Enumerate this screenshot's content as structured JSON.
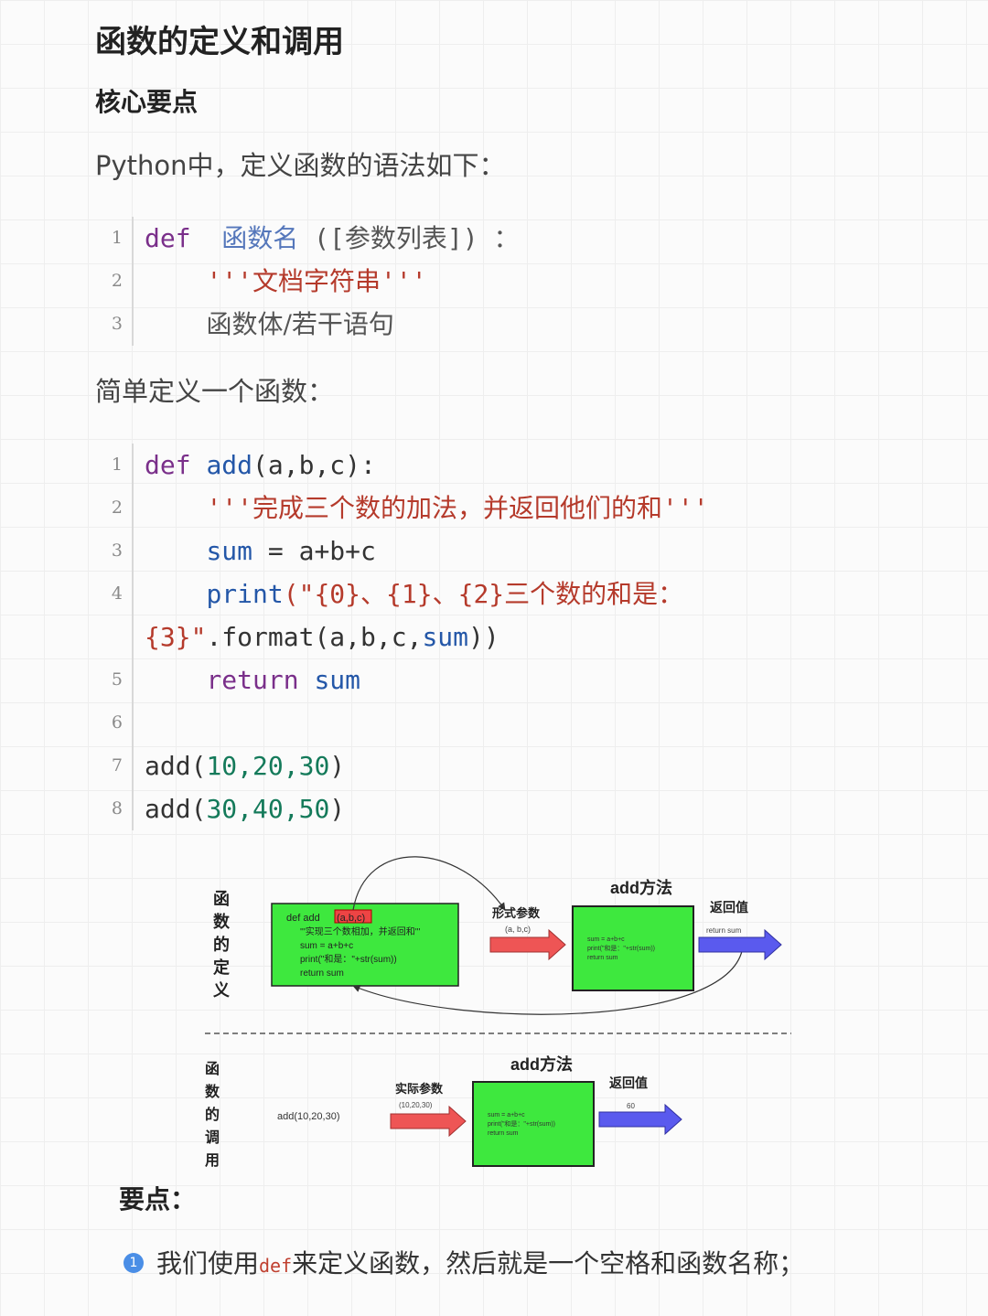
{
  "heading": "函数的定义和调用",
  "subheading": "核心要点",
  "intro": "Python中，定义函数的语法如下：",
  "syntax_block": {
    "line_numbers": [
      "1",
      "2",
      "3"
    ],
    "l1_def": "def",
    "l1_name": "函数名",
    "l1_rest": "([参数列表]) ：",
    "l2_doc": "'''文档字符串'''",
    "l3_body": "函数体/若干语句"
  },
  "simple_label": "简单定义一个函数：",
  "example_block": {
    "line_numbers": [
      "1",
      "2",
      "3",
      "4",
      "5",
      "6",
      "7",
      "8"
    ],
    "l1_def": "def",
    "l1_name": "add",
    "l1_rest": "(a,b,c):",
    "l2_doc": "'''完成三个数的加法，并返回他们的和'''",
    "l3_var": "sum",
    "l3_rest": " = a+b+c",
    "l4_print": "print",
    "l4_str": "(\"{0}、{1}、{2}三个数的和是：",
    "l4b_str": "{3}\"",
    "l4b_mid": ".format(a,b,c,",
    "l4b_var": "sum",
    "l4b_end": "))",
    "l5_kw": "return",
    "l5_var": "sum",
    "l7_fn": "add(",
    "l7_args": "10,20,30",
    "l7_end": ")",
    "l8_fn": "add(",
    "l8_args": "30,40,50",
    "l8_end": ")"
  },
  "diagram": {
    "def_label": "函数的定义",
    "call_label": "函数的调用",
    "def_code": [
      "def  add",
      "(a,b,c)",
      "'''实现三个数相加，并返回和'''",
      "sum = a+b+c",
      "print(\"和是：\"+str(sum))",
      "return sum"
    ],
    "formal_params_title": "形式参数",
    "formal_params_value": "(a, b,c)",
    "method_title": "add方法",
    "method_lines": [
      "sum = a+b+c",
      "print(\"和是：\"+str(sum))",
      "return sum"
    ],
    "return_title": "返回值",
    "return_value_def": "return  sum",
    "call_code": "add(10,20,30)",
    "actual_params_title": "实际参数",
    "actual_params_value": "(10,20,30)",
    "return_value_call": "60",
    "colors": {
      "box_green": "#3ee83e",
      "red_arrow": "#ee5555",
      "blue_arrow": "#5a5aee"
    }
  },
  "key_points_title": "要点：",
  "bullet_1": {
    "number": "1",
    "before": "我们使用",
    "code": "def",
    "after": "来定义函数，然后就是一个空格和函数名称；"
  }
}
